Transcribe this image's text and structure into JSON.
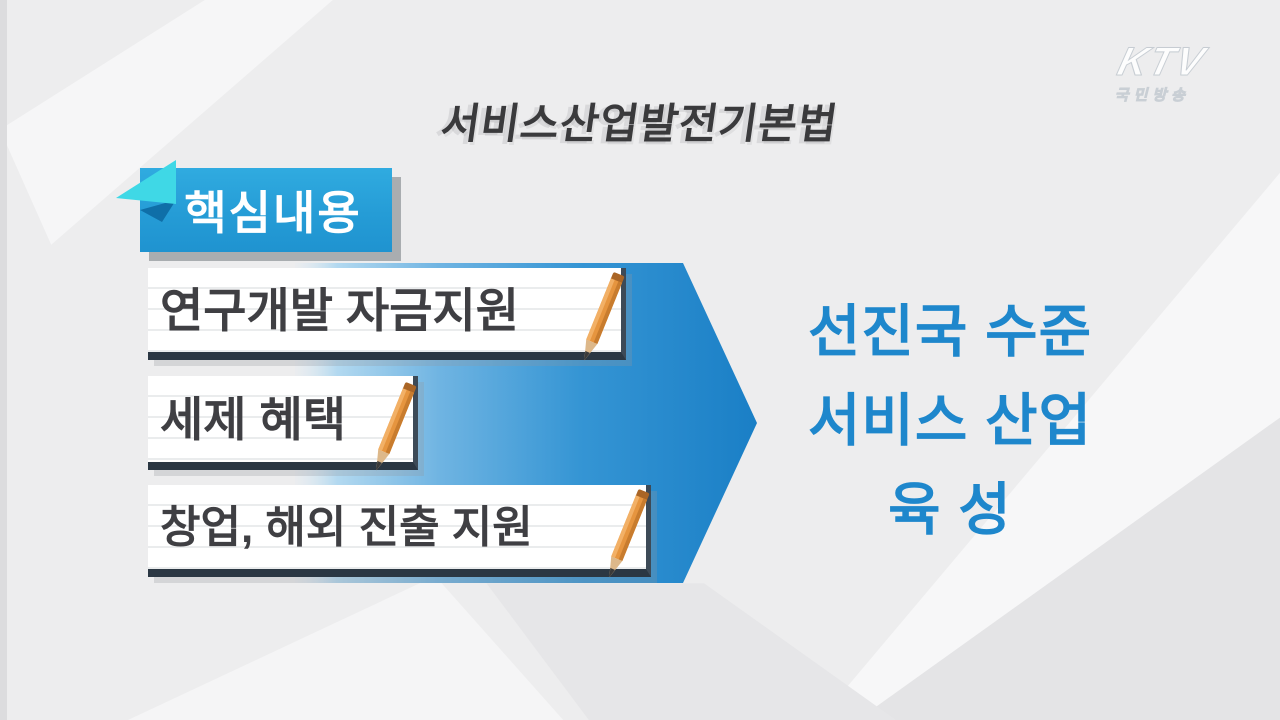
{
  "logo": {
    "main": "KTV",
    "sub": "국민방송"
  },
  "title": "서비스산업발전기본법",
  "badge": {
    "label": "핵심내용"
  },
  "items": [
    {
      "label": "연구개발 자금지원"
    },
    {
      "label": "세제 혜택"
    },
    {
      "label": "창업, 해외 진출 지원"
    }
  ],
  "result": {
    "lines": [
      "선진국 수준",
      "서비스 산업",
      "육 성"
    ]
  },
  "colors": {
    "accent_text_blue": "#1e87cc",
    "badge_blue": "#29a3dc",
    "fold_cyan": "#3fd8e6",
    "fold_underside": "#0f6fa8",
    "arrow_blue_dark": "#1a7fc6",
    "arrow_blue_light": "#bcdcf2",
    "box_underline_dark": "#2b3743",
    "title_gray": "#3a3a3c",
    "pencil_orange": "#e6953f",
    "background_gray": "#ededee"
  }
}
